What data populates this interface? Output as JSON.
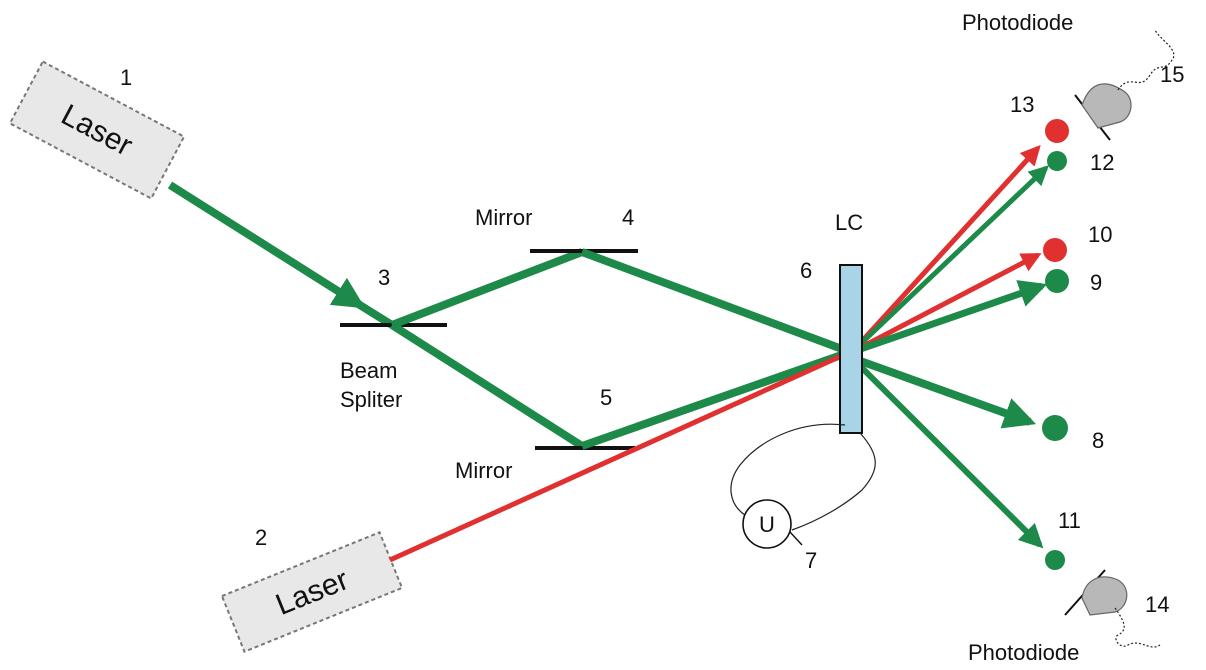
{
  "diagram": {
    "laser1": {
      "label": "Laser",
      "number": "1"
    },
    "laser2": {
      "label": "Laser",
      "number": "2"
    },
    "beam_splitter": {
      "label_line1": "Beam",
      "label_line2": "Spliter",
      "number": "3"
    },
    "mirror_top": {
      "label": "Mirror",
      "number": "4"
    },
    "mirror_bottom": {
      "label": "Mirror",
      "number": "5"
    },
    "lc": {
      "label": "LC",
      "number": "6"
    },
    "voltage_source": {
      "label": "U",
      "number": "7"
    },
    "spot8": {
      "number": "8"
    },
    "spot9": {
      "number": "9"
    },
    "spot10": {
      "number": "10"
    },
    "spot11": {
      "number": "11"
    },
    "spot12": {
      "number": "12"
    },
    "spot13": {
      "number": "13"
    },
    "photodiode_bottom": {
      "label": "Photodiode",
      "number": "14"
    },
    "photodiode_top": {
      "label": "Photodiode",
      "number": "15"
    },
    "colors": {
      "green": "#1e8a4a",
      "red": "#e03030",
      "lc_fill": "#a9d3e6",
      "laser_fill": "#e8e8e8",
      "detector_fill": "#b8b8b8"
    }
  }
}
